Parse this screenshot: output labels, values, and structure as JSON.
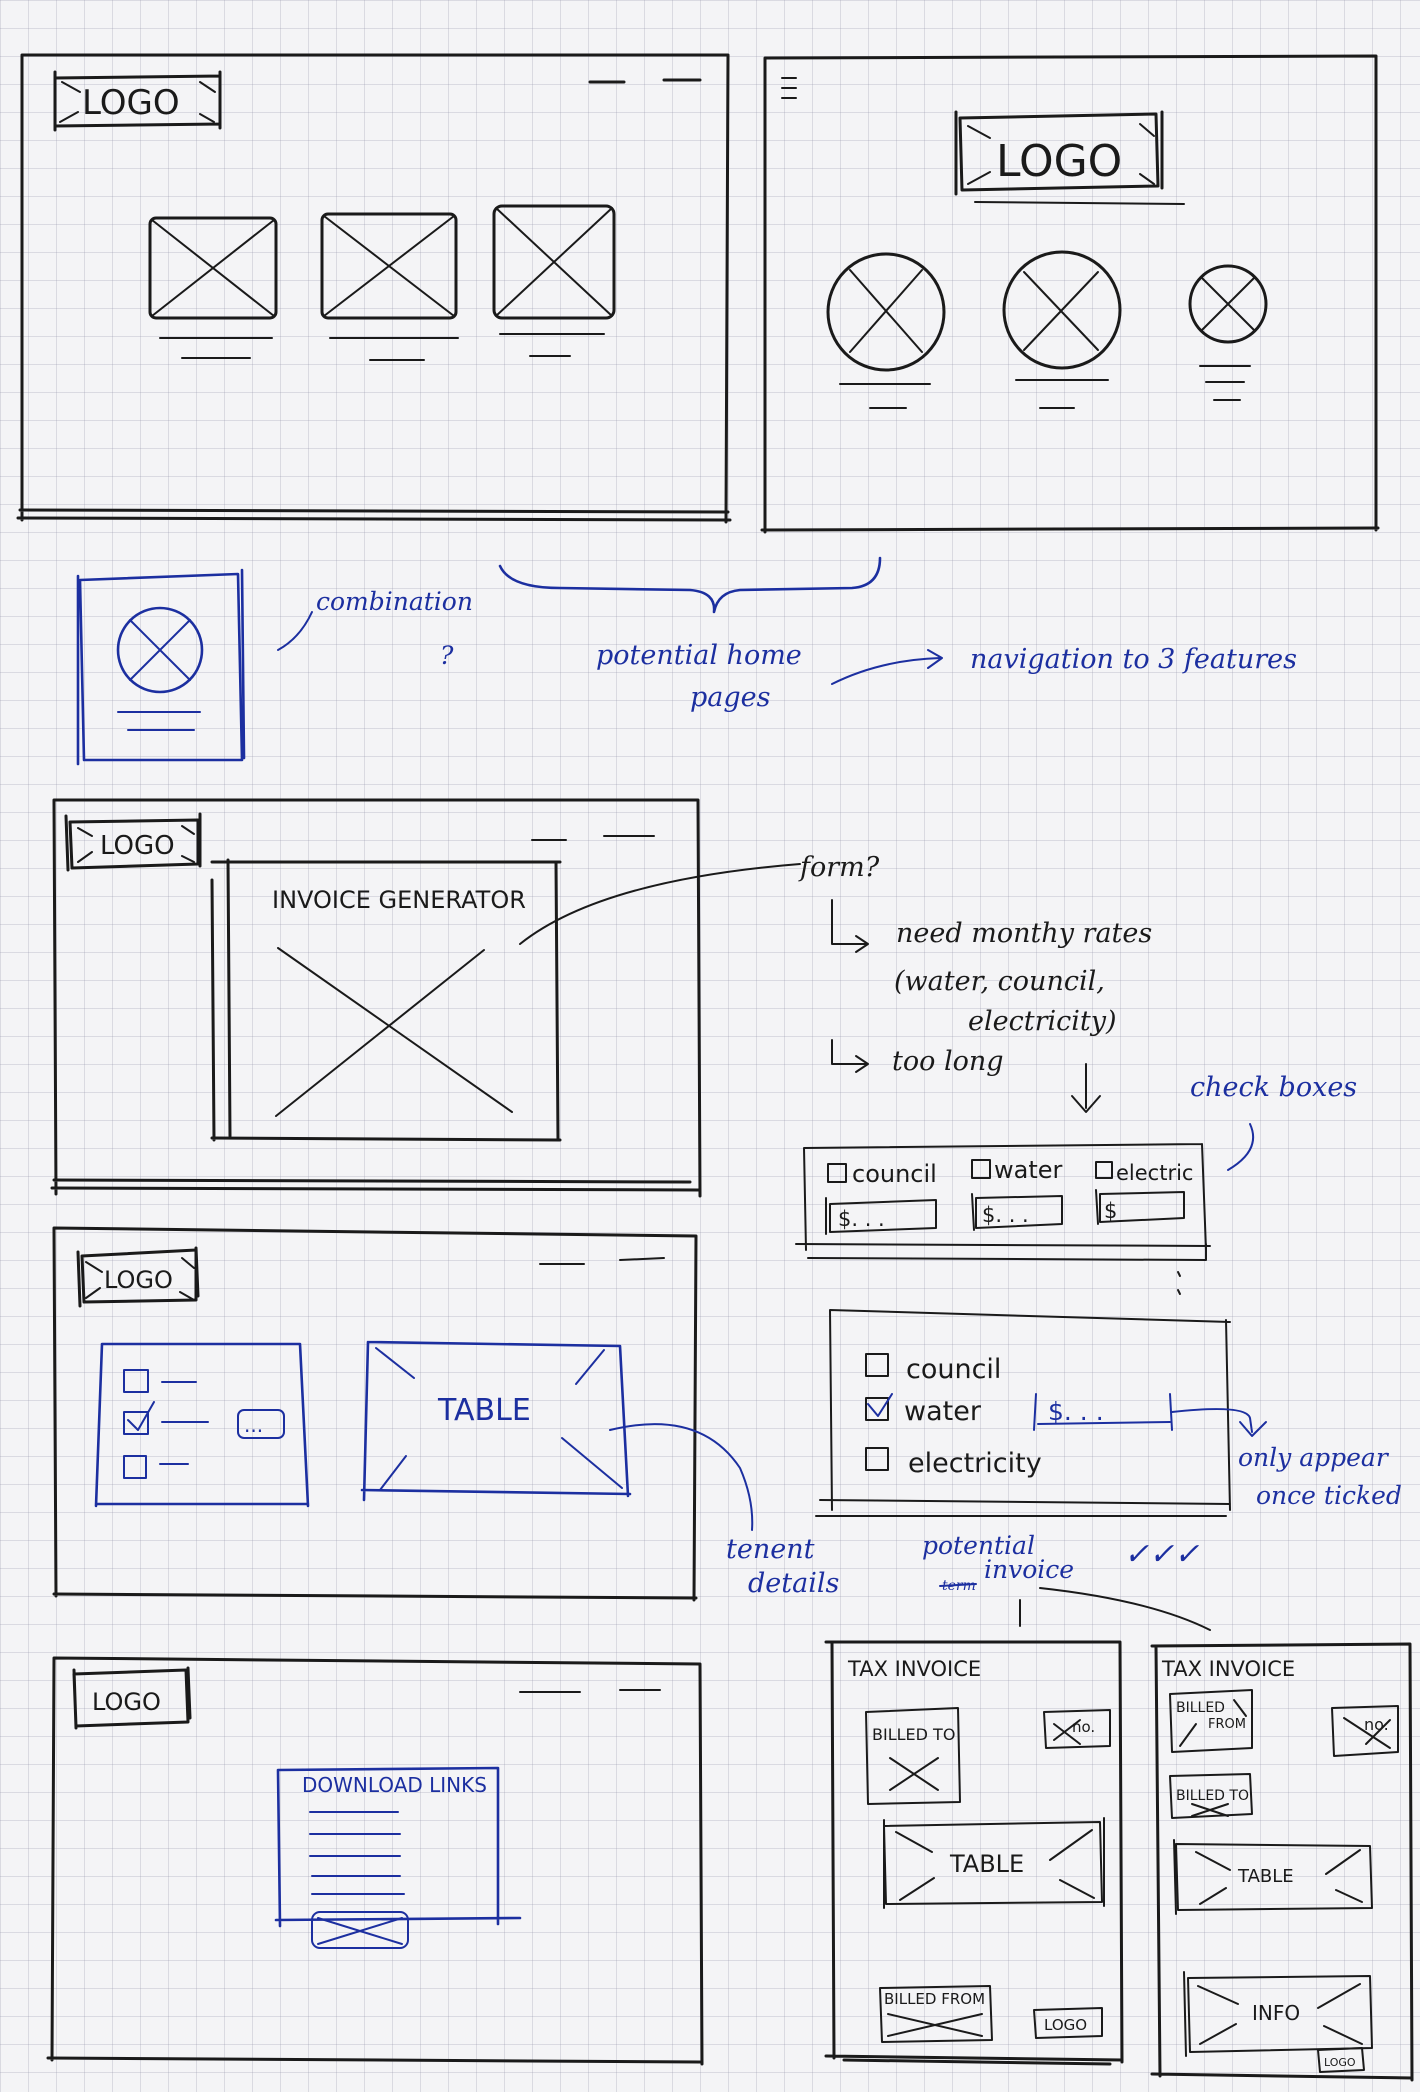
{
  "home": {
    "logo": "LOGO",
    "logo2": "LOGO",
    "menu_glyph": "≡",
    "combination": "combination",
    "combination_q": "?",
    "potential_line1": "potential home",
    "potential_line2": "pages",
    "navigation": "navigation to 3 features"
  },
  "invoice_page": {
    "logo": "LOGO",
    "title": "INVOICE GENERATOR",
    "form_q": "form?",
    "note1": "need monthy rates",
    "note2": "(water, council,",
    "note3": "electricity)",
    "note4": "too long",
    "check_boxes": "check boxes"
  },
  "checkbox_row": {
    "items": [
      "council",
      "water",
      "electric"
    ],
    "inputs": [
      "$. . .",
      "$. . .",
      "$"
    ]
  },
  "checkbox_list": {
    "items": [
      "council",
      "water",
      "electricity"
    ],
    "input": "$. . .",
    "note1": "only appear",
    "note2": "once ticked"
  },
  "table_page": {
    "logo": "LOGO",
    "table": "TABLE",
    "button": "...",
    "note1": "tenent",
    "note2": "details",
    "potential1": "potential",
    "potential_struck": "term",
    "potential2": "invoice",
    "ticks": "✓✓✓"
  },
  "download_page": {
    "logo": "LOGO",
    "title": "DOWNLOAD LINKS"
  },
  "invoice_a": {
    "title": "TAX INVOICE",
    "billed_to": "BILLED TO",
    "no": "no.",
    "table": "TABLE",
    "billed_from": "BILLED FROM",
    "logo": "LOGO"
  },
  "invoice_b": {
    "title": "TAX INVOICE",
    "billed": "BILLED",
    "from": "FROM",
    "no": "no.",
    "billed_to": "BILLED TO",
    "table": "TABLE",
    "info": "INFO",
    "logo": "LOGO"
  },
  "colors": {
    "ink": "#1a1a1a",
    "blue": "#1c2fa0",
    "paper": "#f4f4f6"
  }
}
